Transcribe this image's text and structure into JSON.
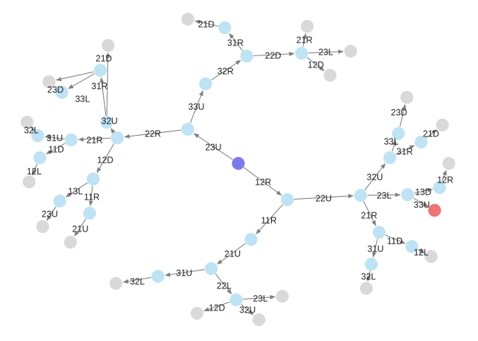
{
  "colors": {
    "start": "#7b7bf0",
    "goal": "#f07272",
    "visited": "#bde3f5",
    "frontier": "#d9d9d9",
    "edge": "#808080"
  },
  "nodes": [
    {
      "id": "n0",
      "state": "start"
    },
    {
      "id": "n1",
      "state": "visited"
    },
    {
      "id": "n2",
      "state": "visited"
    },
    {
      "id": "n3",
      "state": "visited"
    },
    {
      "id": "n4",
      "state": "visited"
    },
    {
      "id": "n5",
      "state": "visited"
    },
    {
      "id": "n6",
      "state": "frontier"
    },
    {
      "id": "n7",
      "state": "visited"
    },
    {
      "id": "n8",
      "state": "frontier"
    },
    {
      "id": "n9",
      "state": "frontier"
    },
    {
      "id": "n10",
      "state": "frontier"
    },
    {
      "id": "n11",
      "state": "visited"
    },
    {
      "id": "n12",
      "state": "visited"
    },
    {
      "id": "n13",
      "state": "frontier"
    },
    {
      "id": "n14",
      "state": "visited"
    },
    {
      "id": "n15",
      "state": "frontier"
    },
    {
      "id": "n16",
      "state": "frontier"
    },
    {
      "id": "n17",
      "state": "visited"
    },
    {
      "id": "n18",
      "state": "frontier"
    },
    {
      "id": "n19",
      "state": "visited"
    },
    {
      "id": "n20",
      "state": "visited"
    },
    {
      "id": "n21",
      "state": "frontier"
    },
    {
      "id": "n22",
      "state": "visited"
    },
    {
      "id": "n23",
      "state": "frontier"
    },
    {
      "id": "n24",
      "state": "visited"
    },
    {
      "id": "n25",
      "state": "frontier"
    },
    {
      "id": "n26",
      "state": "visited"
    },
    {
      "id": "n27",
      "state": "frontier"
    },
    {
      "id": "n28",
      "state": "visited"
    },
    {
      "id": "n29",
      "state": "visited"
    },
    {
      "id": "n30",
      "state": "frontier"
    },
    {
      "id": "n31",
      "state": "visited"
    },
    {
      "id": "n32",
      "state": "frontier"
    },
    {
      "id": "n33",
      "state": "visited"
    },
    {
      "id": "n34",
      "state": "visited"
    },
    {
      "id": "n35",
      "state": "visited"
    },
    {
      "id": "n36",
      "state": "frontier"
    },
    {
      "id": "n37",
      "state": "visited"
    },
    {
      "id": "n38",
      "state": "frontier"
    },
    {
      "id": "n39",
      "state": "visited"
    },
    {
      "id": "n40",
      "state": "frontier"
    },
    {
      "id": "n41",
      "state": "visited"
    },
    {
      "id": "n42",
      "state": "visited"
    },
    {
      "id": "n43",
      "state": "frontier"
    },
    {
      "id": "n44",
      "state": "visited"
    },
    {
      "id": "n45",
      "state": "frontier"
    },
    {
      "id": "n46",
      "state": "visited"
    },
    {
      "id": "n47",
      "state": "goal"
    },
    {
      "id": "n48",
      "state": "visited"
    },
    {
      "id": "n49",
      "state": "frontier"
    },
    {
      "id": "n50",
      "state": "visited"
    },
    {
      "id": "n51",
      "state": "frontier"
    },
    {
      "id": "n52",
      "state": "visited"
    },
    {
      "id": "n53",
      "state": "visited"
    },
    {
      "id": "n54",
      "state": "frontier"
    },
    {
      "id": "n55",
      "state": "visited"
    },
    {
      "id": "n56",
      "state": "frontier"
    },
    {
      "id": "n57",
      "state": "frontier"
    },
    {
      "id": "n58",
      "state": "frontier"
    }
  ],
  "edges": [
    {
      "from": "n0",
      "to": "n1",
      "label": "23U"
    },
    {
      "from": "n1",
      "to": "n2",
      "label": "33U"
    },
    {
      "from": "n2",
      "to": "n3",
      "label": "32R"
    },
    {
      "from": "n3",
      "to": "n4",
      "label": "31R"
    },
    {
      "from": "n4",
      "to": "n6",
      "label": "21D"
    },
    {
      "from": "n3",
      "to": "n7",
      "label": "22D"
    },
    {
      "from": "n7",
      "to": "n8",
      "label": "23L"
    },
    {
      "from": "n7",
      "to": "n9",
      "label": "21R"
    },
    {
      "from": "n7",
      "to": "n10",
      "label": "12D"
    },
    {
      "from": "n1",
      "to": "n11",
      "label": "22R"
    },
    {
      "from": "n11",
      "to": "n12",
      "label": "32U"
    },
    {
      "from": "n12",
      "to": "n13",
      "label": "21D"
    },
    {
      "from": "n12",
      "to": "n14",
      "label": "31R"
    },
    {
      "from": "n14",
      "to": "n15",
      "label": "23D"
    },
    {
      "from": "n14",
      "to": "n5",
      "label": "33L"
    },
    {
      "from": "n11",
      "to": "n17",
      "label": "21R"
    },
    {
      "from": "n17",
      "to": "n19",
      "label": "31U"
    },
    {
      "from": "n19",
      "to": "n18",
      "label": "32L"
    },
    {
      "from": "n17",
      "to": "n20",
      "label": "11D"
    },
    {
      "from": "n20",
      "to": "n21",
      "label": "12L"
    },
    {
      "from": "n11",
      "to": "n22",
      "label": "12D"
    },
    {
      "from": "n22",
      "to": "n24",
      "label": "13L"
    },
    {
      "from": "n24",
      "to": "n25",
      "label": "23U"
    },
    {
      "from": "n22",
      "to": "n26",
      "label": "11R"
    },
    {
      "from": "n26",
      "to": "n27",
      "label": "21U"
    },
    {
      "from": "n0",
      "to": "n28",
      "label": "12R"
    },
    {
      "from": "n28",
      "to": "n29",
      "label": "11R"
    },
    {
      "from": "n29",
      "to": "n31",
      "label": "21U"
    },
    {
      "from": "n31",
      "to": "n33",
      "label": "31U"
    },
    {
      "from": "n33",
      "to": "n32",
      "label": "32L"
    },
    {
      "from": "n31",
      "to": "n34",
      "label": "22L"
    },
    {
      "from": "n34",
      "to": "n36",
      "label": "23L"
    },
    {
      "from": "n34",
      "to": "n38",
      "label": "12D"
    },
    {
      "from": "n34",
      "to": "n40",
      "label": "32U"
    },
    {
      "from": "n28",
      "to": "n41",
      "label": "22U"
    },
    {
      "from": "n41",
      "to": "n42",
      "label": "32U"
    },
    {
      "from": "n42",
      "to": "n35",
      "label": "33L"
    },
    {
      "from": "n35",
      "to": "n30",
      "label": "23D"
    },
    {
      "from": "n42",
      "to": "n44",
      "label": "31R"
    },
    {
      "from": "n44",
      "to": "n43",
      "label": "21D"
    },
    {
      "from": "n41",
      "to": "n46",
      "label": "23L"
    },
    {
      "from": "n46",
      "to": "n47",
      "label": "33U"
    },
    {
      "from": "n46",
      "to": "n48",
      "label": "13D"
    },
    {
      "from": "n48",
      "to": "n49",
      "label": "12R"
    },
    {
      "from": "n41",
      "to": "n50",
      "label": "21R"
    },
    {
      "from": "n50",
      "to": "n52",
      "label": "11D"
    },
    {
      "from": "n52",
      "to": "n51",
      "label": "12L"
    },
    {
      "from": "n50",
      "to": "n53",
      "label": "31U"
    },
    {
      "from": "n53",
      "to": "n54",
      "label": "32L"
    }
  ]
}
